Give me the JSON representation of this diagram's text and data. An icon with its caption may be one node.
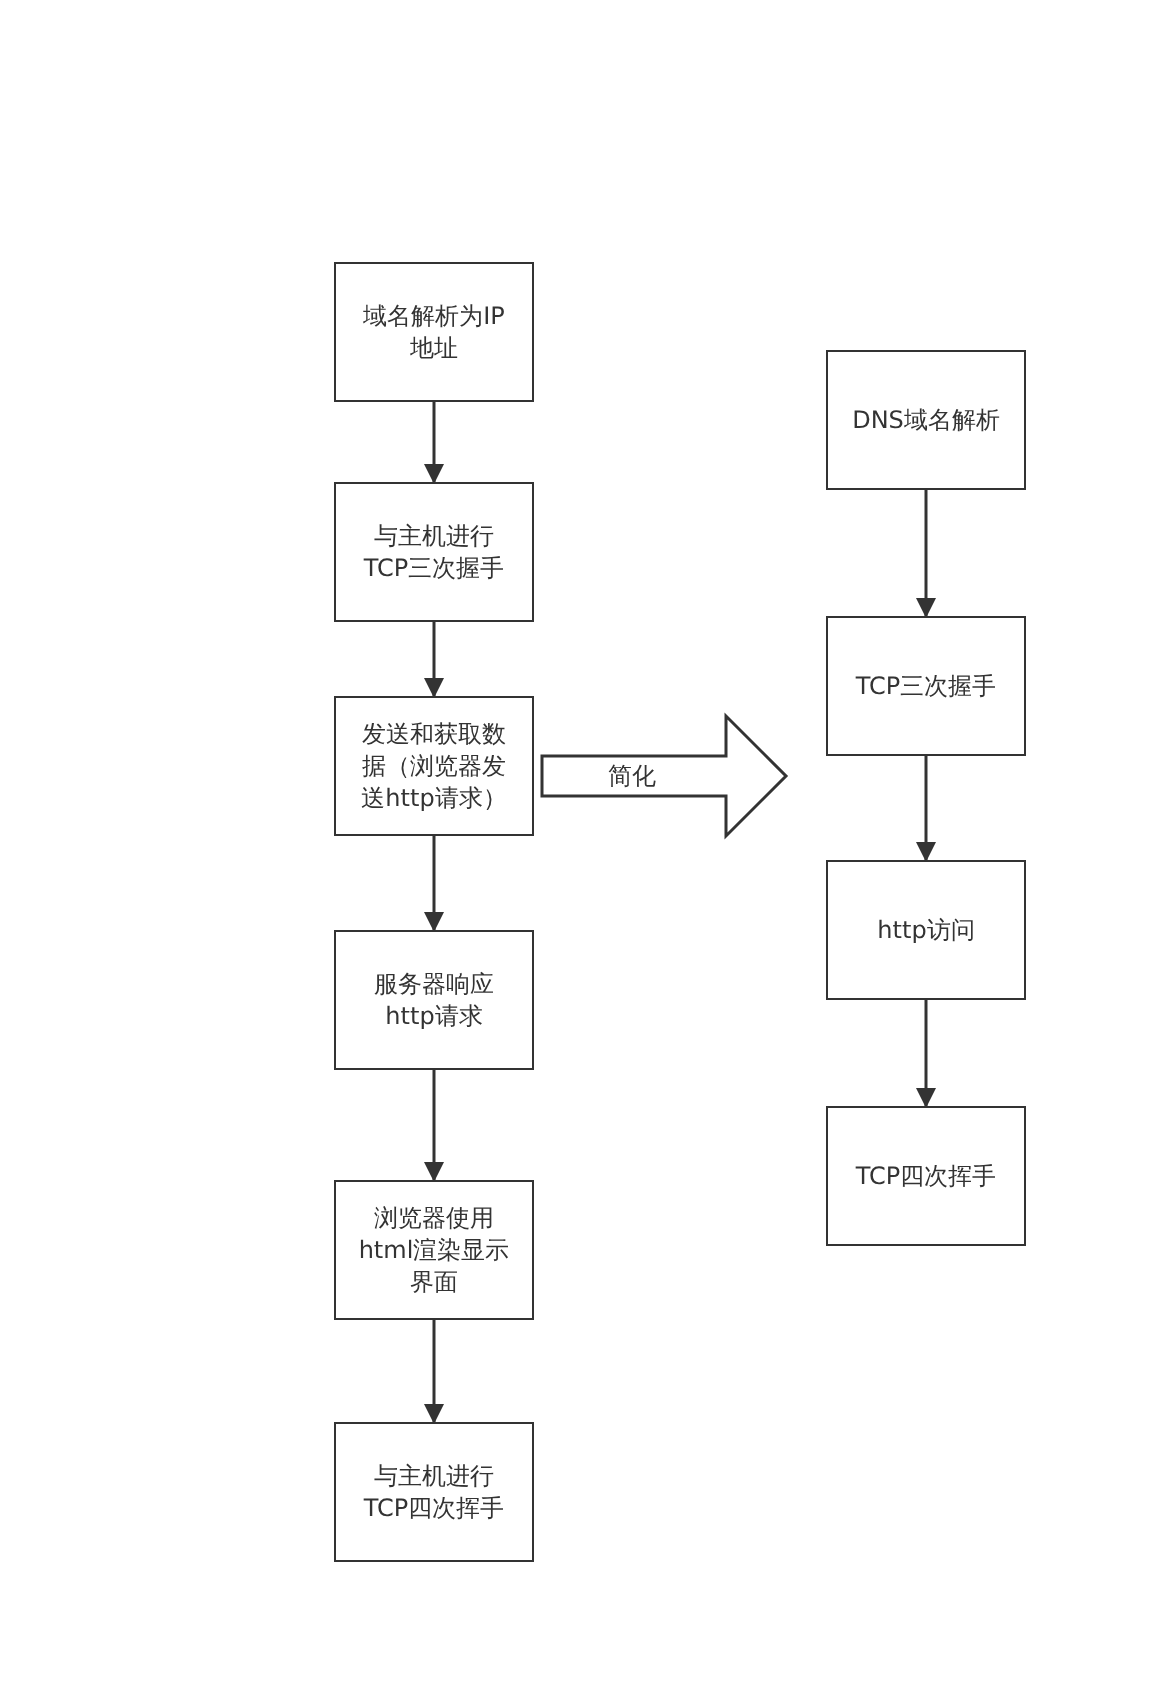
{
  "diagram": {
    "nodes": [
      {
        "text": [
          "域名解析为IP地址"
        ]
      },
      {
        "text": [
          "与主机进行TCP三次握手"
        ]
      },
      {
        "text": [
          "发送和获取数据（浏览器发送http请求）"
        ]
      },
      {
        "text": [
          "服务器响应http请求"
        ]
      },
      {
        "text": [
          "浏览器使用html渲染显示界面"
        ]
      },
      {
        "text": [
          "与主机进行TCP四次挥手"
        ]
      },
      {
        "text": [
          "DNS域名解析"
        ]
      },
      {
        "text": [
          "TCP三次握手"
        ]
      },
      {
        "text": [
          "http访问"
        ]
      },
      {
        "text": [
          "TCP四次挥手"
        ]
      }
    ],
    "edges": [
      {
        "from": 0,
        "to": 1,
        "arrow": "to"
      },
      {
        "from": 1,
        "to": 2,
        "arrow": "to"
      },
      {
        "from": 2,
        "to": 3,
        "arrow": "to"
      },
      {
        "from": 3,
        "to": 4,
        "arrow": "to"
      },
      {
        "from": 4,
        "to": 5,
        "arrow": "to"
      },
      {
        "from": 6,
        "to": 7,
        "arrow": "to"
      },
      {
        "from": 7,
        "to": 8,
        "arrow": "to"
      },
      {
        "from": 8,
        "to": 9,
        "arrow": "to"
      },
      {
        "from": 2,
        "to": null,
        "arrow": "to",
        "label": "简化",
        "style": "thick"
      }
    ]
  }
}
